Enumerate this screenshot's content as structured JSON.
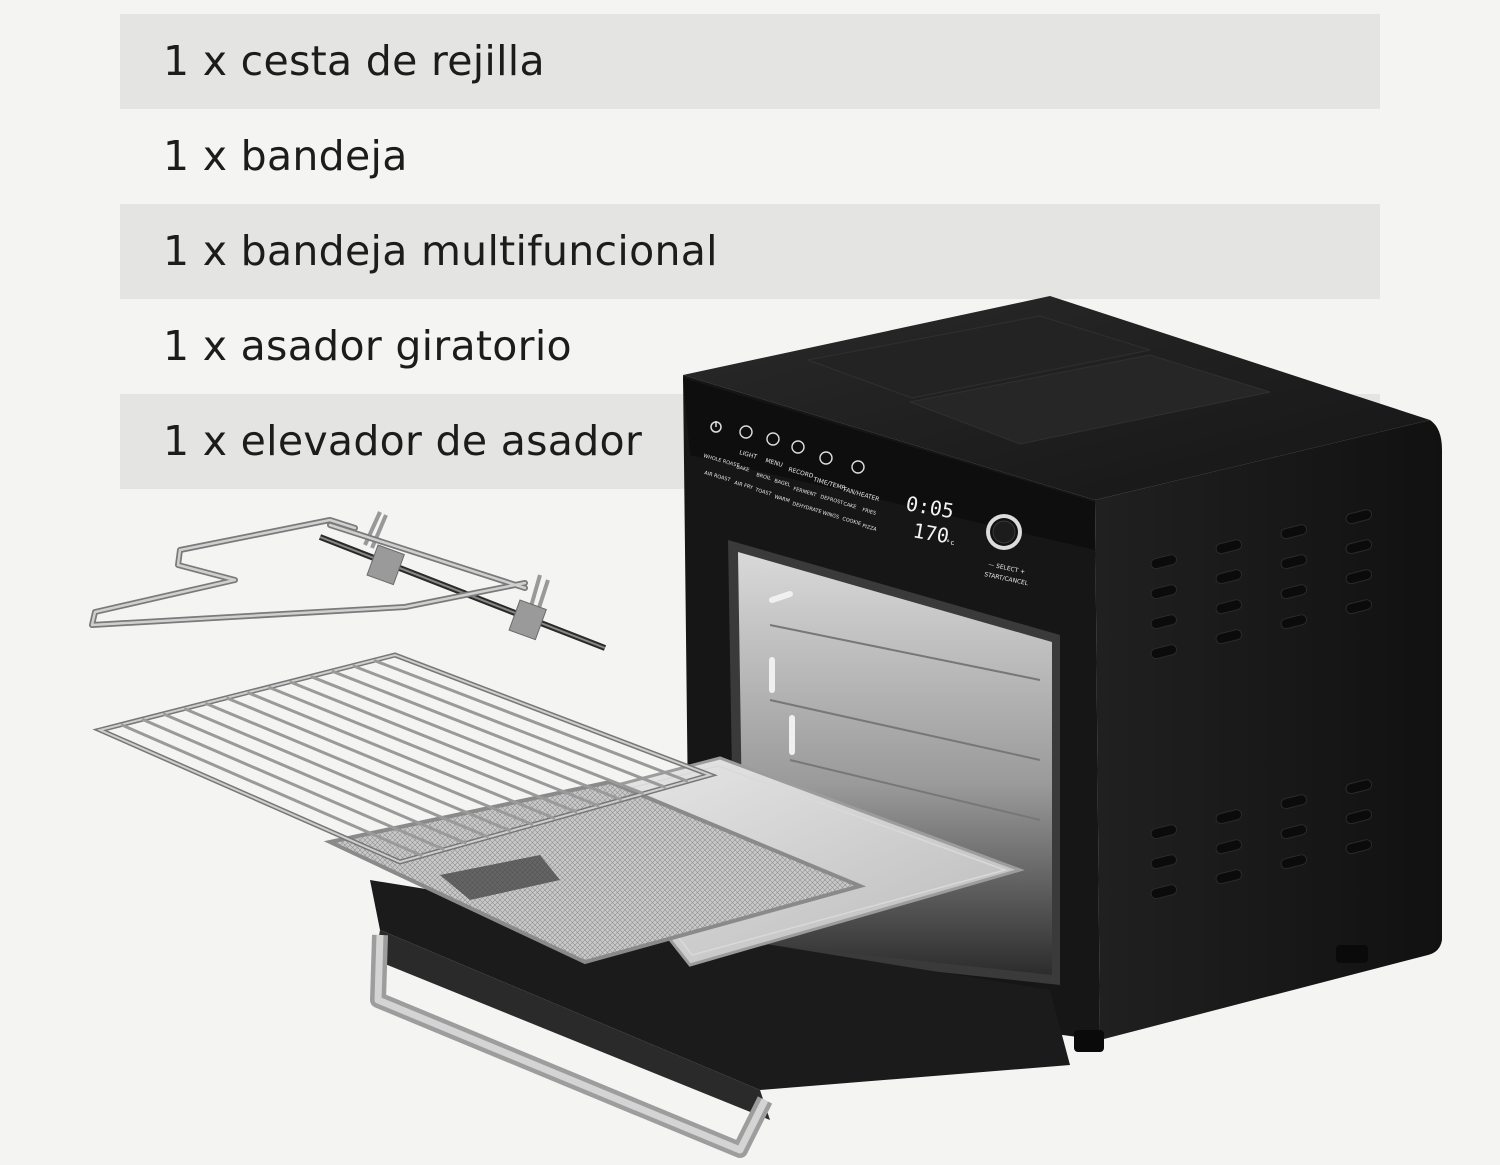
{
  "accessories": [
    {
      "label": "1 x cesta de rejilla",
      "shaded": true
    },
    {
      "label": "1 x bandeja",
      "shaded": false
    },
    {
      "label": "1 x bandeja multifuncional",
      "shaded": true
    },
    {
      "label": "1 x asador giratorio",
      "shaded": false
    },
    {
      "label": "1 x elevador de asador",
      "shaded": true
    }
  ],
  "oven_panel": {
    "buttons": [
      "LIGHT",
      "MENU",
      "RECORD",
      "TIME/TEMP.",
      "FAN/HEATER"
    ],
    "presets_row1": [
      "WHOLE ROAST",
      "BAKE",
      "BROIL",
      "BAGEL",
      "FERMENT",
      "DEFROST",
      "CAKE",
      "FRIES"
    ],
    "presets_row2": [
      "AIR ROAST",
      "AIR FRY",
      "TOAST",
      "WARM",
      "DEHYDRATE",
      "WINGS",
      "COOKIE",
      "PIZZA"
    ],
    "display_time": "0:05",
    "display_temp": "170",
    "display_unit": "°c",
    "knob_label_top": "— SELECT +",
    "knob_label_bottom": "START/CANCEL"
  },
  "colors": {
    "background": "#f4f4f3",
    "row_shade": "#e4e4e3",
    "text": "#1c1c1c",
    "oven_body": "#1a1a1a"
  }
}
